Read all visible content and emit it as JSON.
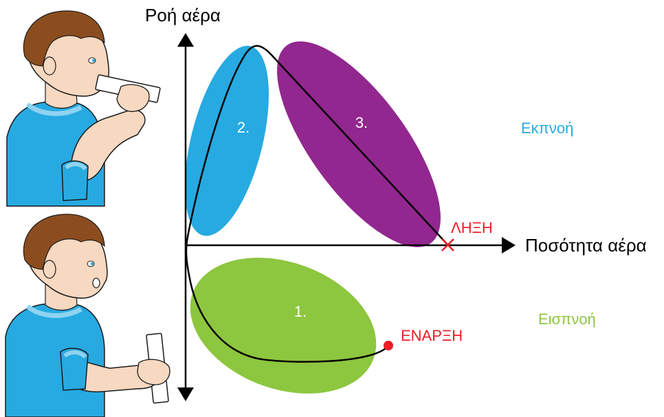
{
  "axes": {
    "y_label": "Ροή αέρα",
    "x_label": "Ποσότητα αέρα"
  },
  "phases": {
    "exhale_label": "Εκπνοή",
    "inhale_label": "Εισπνοή"
  },
  "regions": [
    {
      "id": "1",
      "label": "1.",
      "color": "#8dc63f"
    },
    {
      "id": "2",
      "label": "2.",
      "color": "#27aae1"
    },
    {
      "id": "3",
      "label": "3.",
      "color": "#92278f"
    }
  ],
  "markers": {
    "start_label": "ΕΝΑΡΞΗ",
    "end_label": "ΛΗΞΗ"
  },
  "colors": {
    "exhale": "#27aae1",
    "inhale": "#8dc63f",
    "marker": "#ee1c25",
    "axis": "#000000",
    "shirt": "#27aae1",
    "skin": "#f7d8c0",
    "hair": "#8b4d1f"
  },
  "icons": [
    "person-blowing-inhaler-icon",
    "person-holding-inhaler-icon"
  ]
}
